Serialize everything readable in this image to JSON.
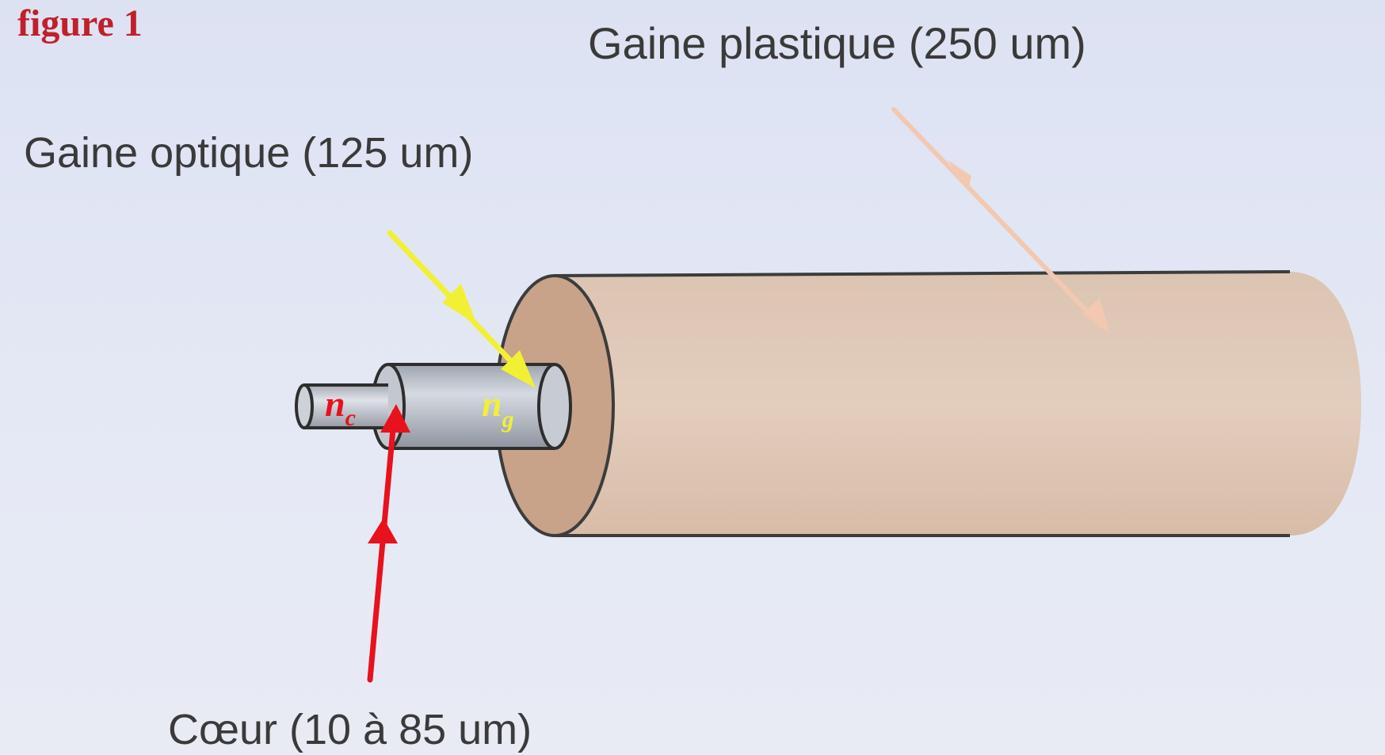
{
  "figure_label": "figure 1",
  "labels": {
    "plastic_sheath": "Gaine plastique  (250 um)",
    "optical_cladding": "Gaine optique  (125 um)",
    "core": "Cœur (10 à 85 um)"
  },
  "symbols": {
    "core_index": "n",
    "core_index_sub": "c",
    "cladding_index": "n",
    "cladding_index_sub": "g"
  },
  "colors": {
    "figure_label": "#c0202a",
    "core_arrow": "#e8121c",
    "cladding_arrow": "#f2f034",
    "sheath_arrow": "#f2c9b0",
    "sheath_fill": "#d9b9a2",
    "cladding_fill": "#b9bec8",
    "core_symbol": "#e8121c",
    "cladding_symbol": "#f2f034"
  }
}
